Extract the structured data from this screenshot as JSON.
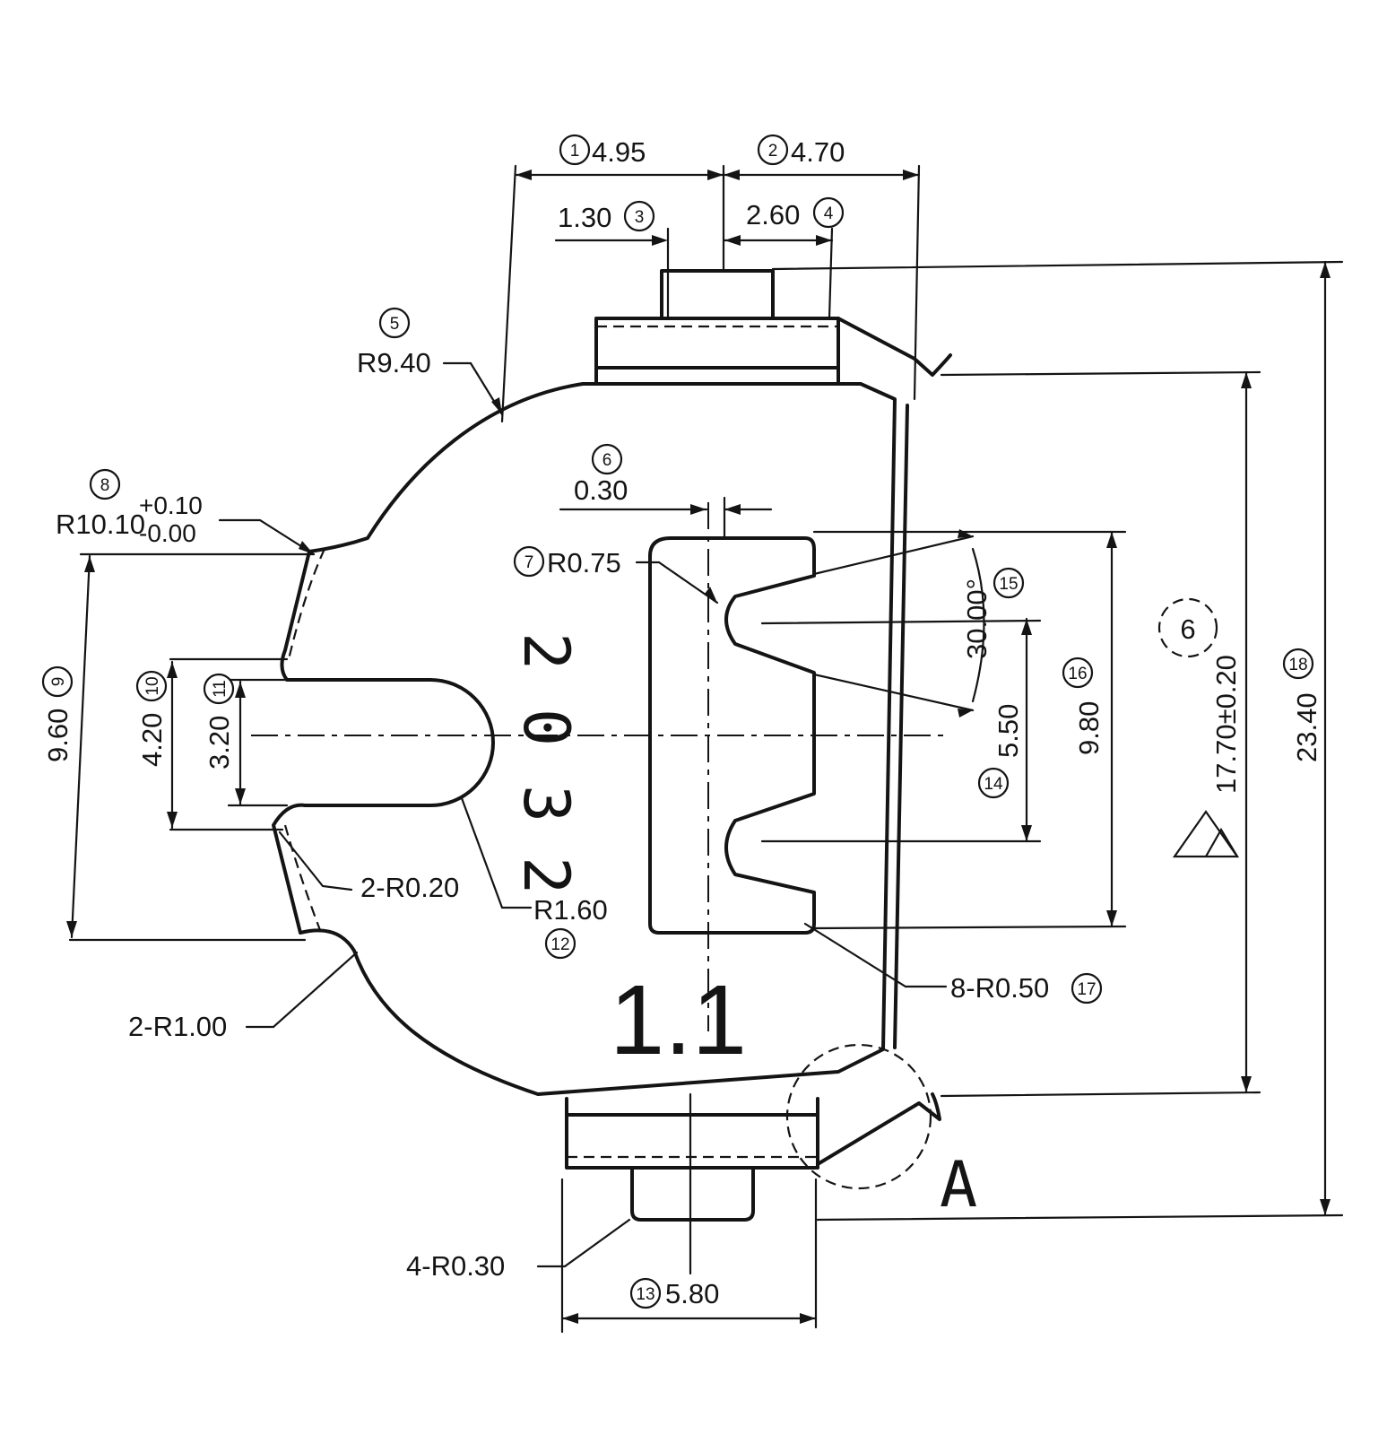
{
  "dimensions": {
    "d1": {
      "num": "1",
      "value": "4.95"
    },
    "d2": {
      "num": "2",
      "value": "4.70"
    },
    "d3": {
      "num": "3",
      "value": "1.30"
    },
    "d4": {
      "num": "4",
      "value": "2.60"
    },
    "d5": {
      "num": "5",
      "value": "R9.40"
    },
    "d6": {
      "num": "6",
      "value": "0.30"
    },
    "d7": {
      "num": "7",
      "value": "R0.75"
    },
    "d8": {
      "num": "8",
      "value": "R10.10",
      "tol_plus": "+0.10",
      "tol_minus": "-0.00"
    },
    "d9": {
      "num": "9",
      "value": "9.60"
    },
    "d10": {
      "num": "10",
      "value": "4.20"
    },
    "d11": {
      "num": "11",
      "value": "3.20"
    },
    "d12": {
      "num": "12",
      "value": "R1.60"
    },
    "d13": {
      "num": "13",
      "value": "5.80"
    },
    "d14": {
      "num": "14",
      "value": "5.50"
    },
    "d15": {
      "num": "15",
      "value": "30.00°"
    },
    "d16": {
      "num": "16",
      "value": "9.80"
    },
    "d17": {
      "num": "17",
      "value": "8-R0.50"
    },
    "d18": {
      "num": "18",
      "value": "23.40"
    },
    "d19": {
      "value": "17.70±0.20"
    }
  },
  "notes": {
    "r020": "2-R0.20",
    "r100": "2-R1.00",
    "r030": "4-R0.30",
    "detail": "A",
    "flag_number": "6"
  },
  "part_marking": {
    "chars": [
      "2",
      "0",
      "3",
      "2"
    ],
    "version": "1.1"
  }
}
